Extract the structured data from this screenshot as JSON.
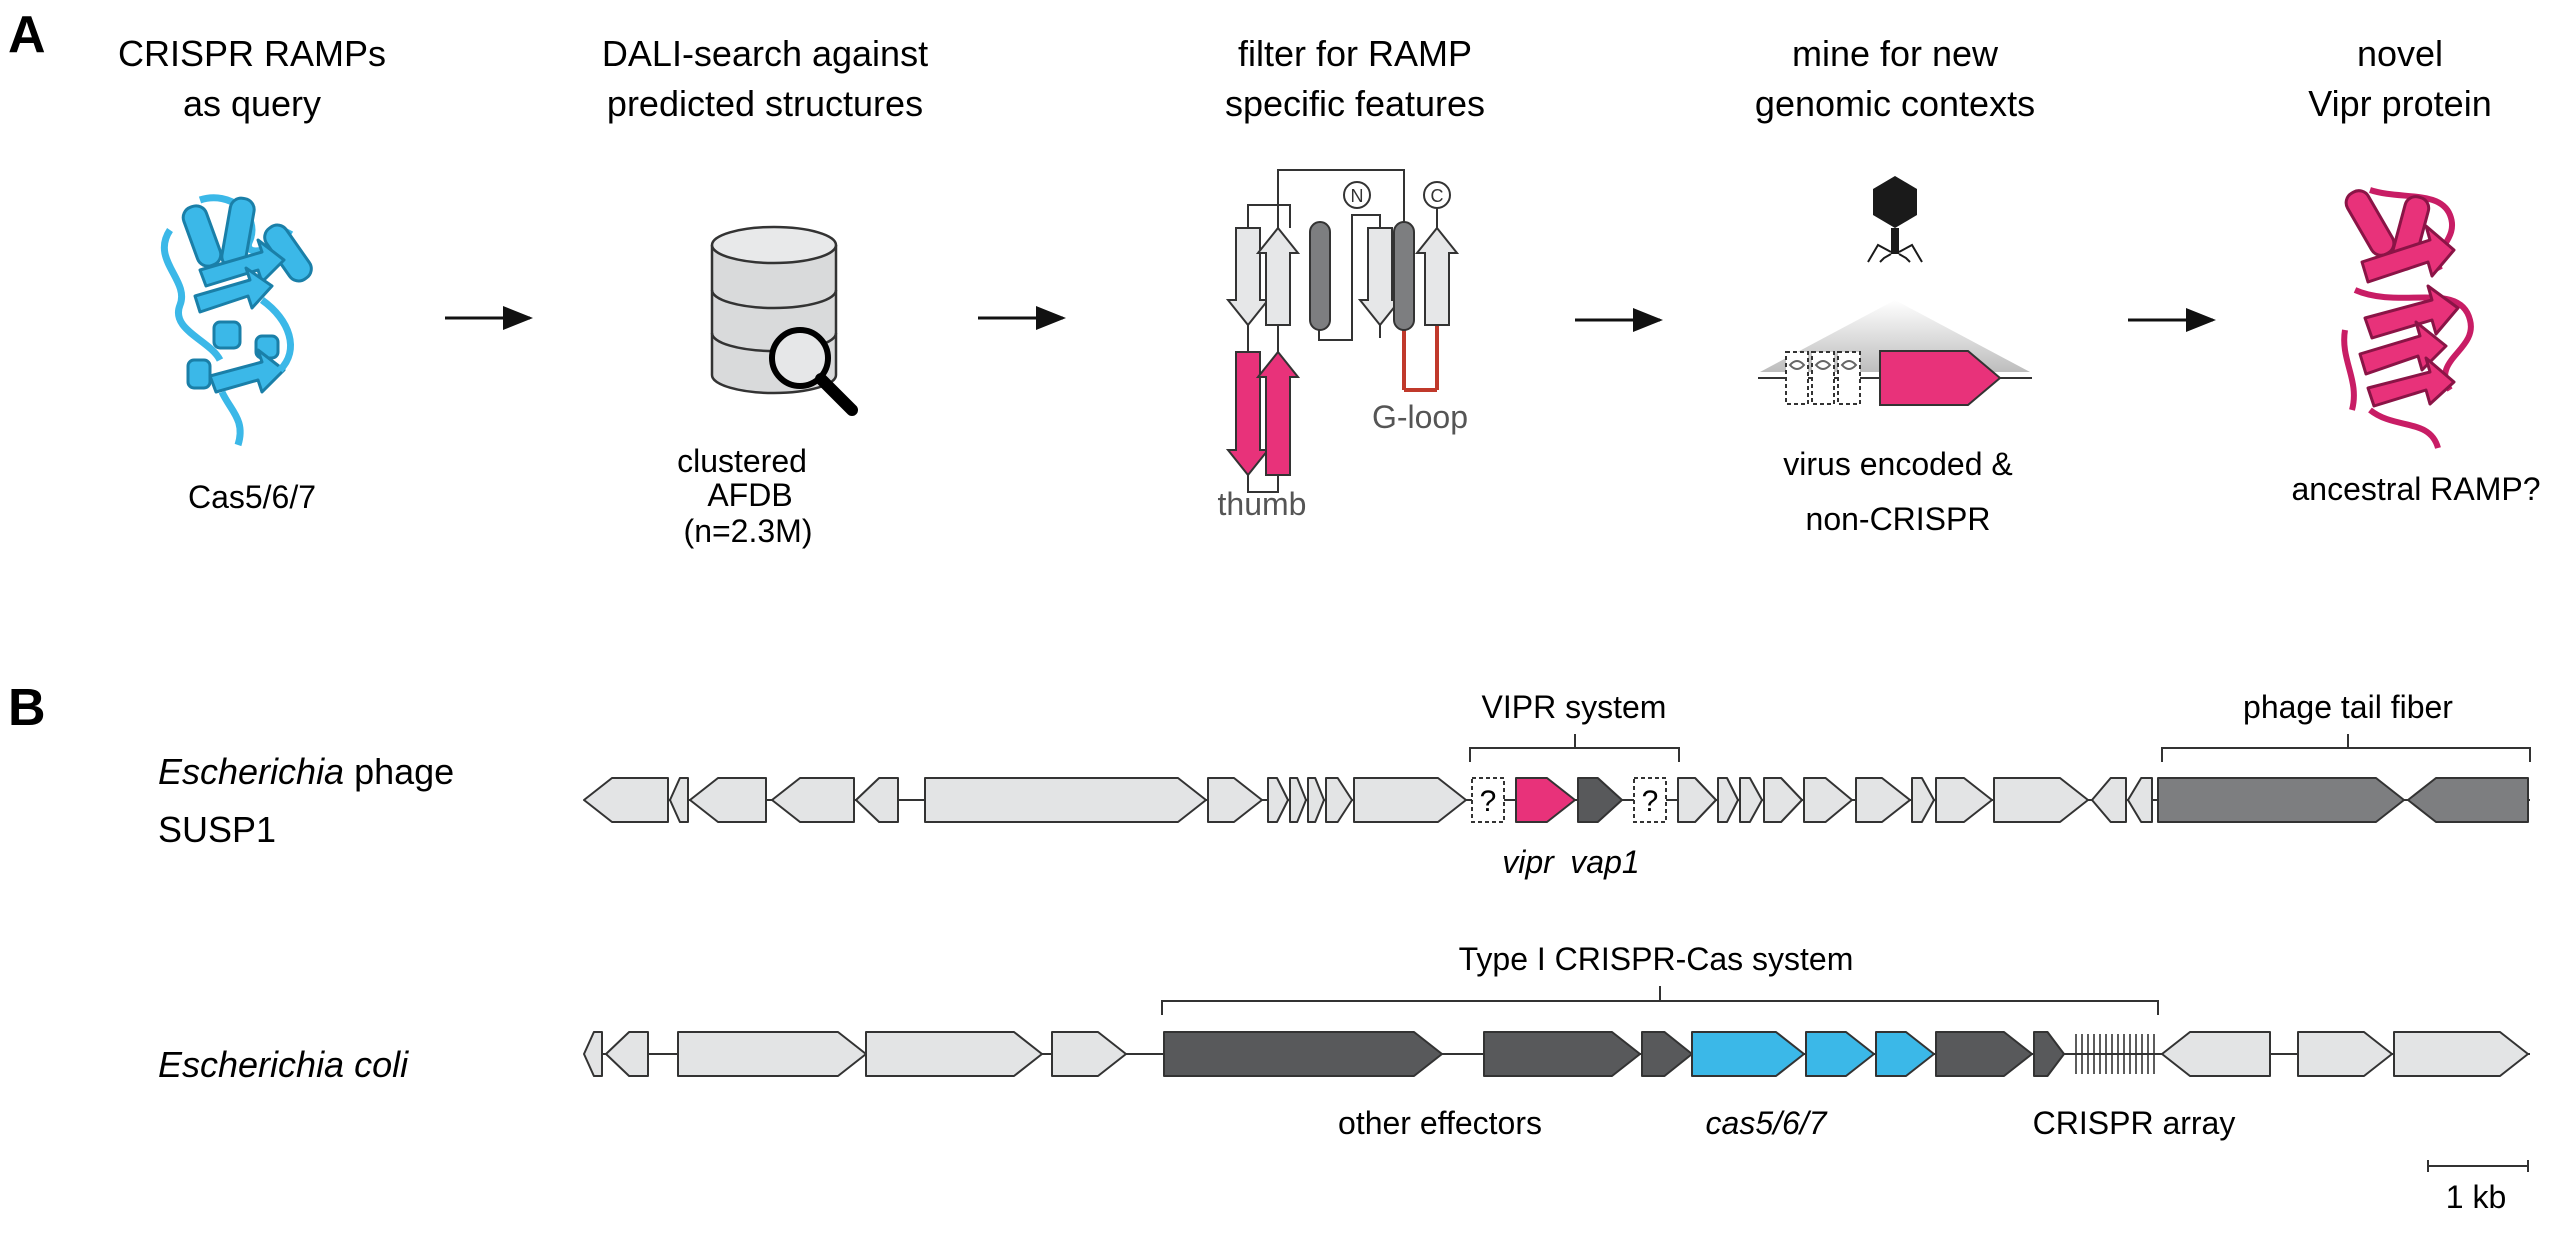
{
  "panel_a": {
    "letter": "A",
    "steps": [
      {
        "title_line1": "CRISPR RAMPs",
        "title_line2": "as query",
        "caption": "Cas5/6/7"
      },
      {
        "title_line1": "DALI-search against",
        "title_line2": "predicted structures",
        "caption_line1": "clustered",
        "caption_line2": "AFDB",
        "caption_line3": "(n=2.3M)"
      },
      {
        "title_line1": "filter for RAMP",
        "title_line2": "specific features",
        "label_n": "N",
        "label_c": "C",
        "label_gloop": "G-loop",
        "label_thumb": "thumb"
      },
      {
        "title_line1": "mine for new",
        "title_line2": "genomic contexts",
        "caption_line1": "virus encoded &",
        "caption_line2": "non-CRISPR"
      },
      {
        "title_line1": "novel",
        "title_line2": "Vipr protein",
        "caption": "ancestral RAMP?"
      }
    ]
  },
  "panel_b": {
    "letter": "B",
    "phage": {
      "name_italic": "Escherichia",
      "name_rest": " phage",
      "name_line2": "SUSP1",
      "vipr_bracket_label": "VIPR system",
      "tail_bracket_label": "phage tail fiber",
      "question_mark": "?",
      "gene_label_vipr": "vipr",
      "gene_label_vap1": "vap1"
    },
    "ecoli": {
      "name_italic": "Escherichia coli",
      "crispr_bracket_label": "Type I CRISPR-Cas system",
      "label_effectors": "other effectors",
      "label_cas": "cas5/6/7",
      "label_array": "CRISPR array"
    },
    "scale_label": "1 kb"
  },
  "colors": {
    "cas_blue": "#3bb8e8",
    "vipr_magenta": "#e8327a",
    "dark_gray": "#58595b",
    "mid_gray": "#7d7e80",
    "light_gray": "#e3e4e5",
    "loop_red": "#c0392b"
  }
}
